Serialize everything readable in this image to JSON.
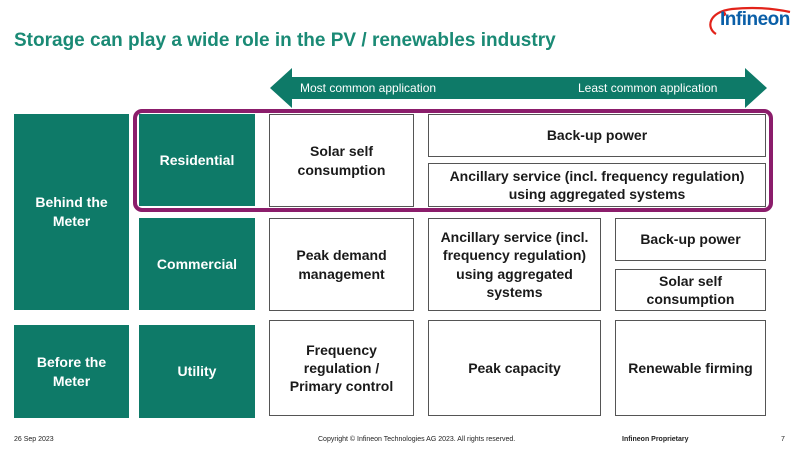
{
  "header": {
    "title": "Storage can play a wide role in the PV / renewables industry",
    "logo_text": "Infineon"
  },
  "arrow": {
    "left_label": "Most common application",
    "right_label": "Least common application"
  },
  "meter_groups": {
    "behind": "Behind the Meter",
    "before": "Before the Meter"
  },
  "segments": {
    "residential": "Residential",
    "commercial": "Commercial",
    "utility": "Utility"
  },
  "applications": {
    "residential_solar_self": "Solar self consumption",
    "residential_backup": "Back-up power",
    "residential_ancillary": "Ancillary service (incl. frequency regulation) using aggregated systems",
    "commercial_peak_demand": "Peak demand management",
    "commercial_ancillary": "Ancillary service (incl. frequency regulation) using aggregated systems",
    "commercial_backup": "Back-up power",
    "commercial_solar_self": "Solar self consumption",
    "utility_frequency": "Frequency regulation / Primary control",
    "utility_peak_capacity": "Peak capacity",
    "utility_firming": "Renewable firming"
  },
  "footer": {
    "date": "26 Sep 2023",
    "copyright": "Copyright © Infineon Technologies AG 2023. All rights reserved.",
    "classification": "Infineon Proprietary",
    "page_number": "7"
  },
  "colors": {
    "teal": "#0e7a68",
    "title_green": "#1a8a75",
    "highlight_purple": "#8b1d6b",
    "logo_blue": "#0a5fa8",
    "logo_red": "#e2231a"
  }
}
